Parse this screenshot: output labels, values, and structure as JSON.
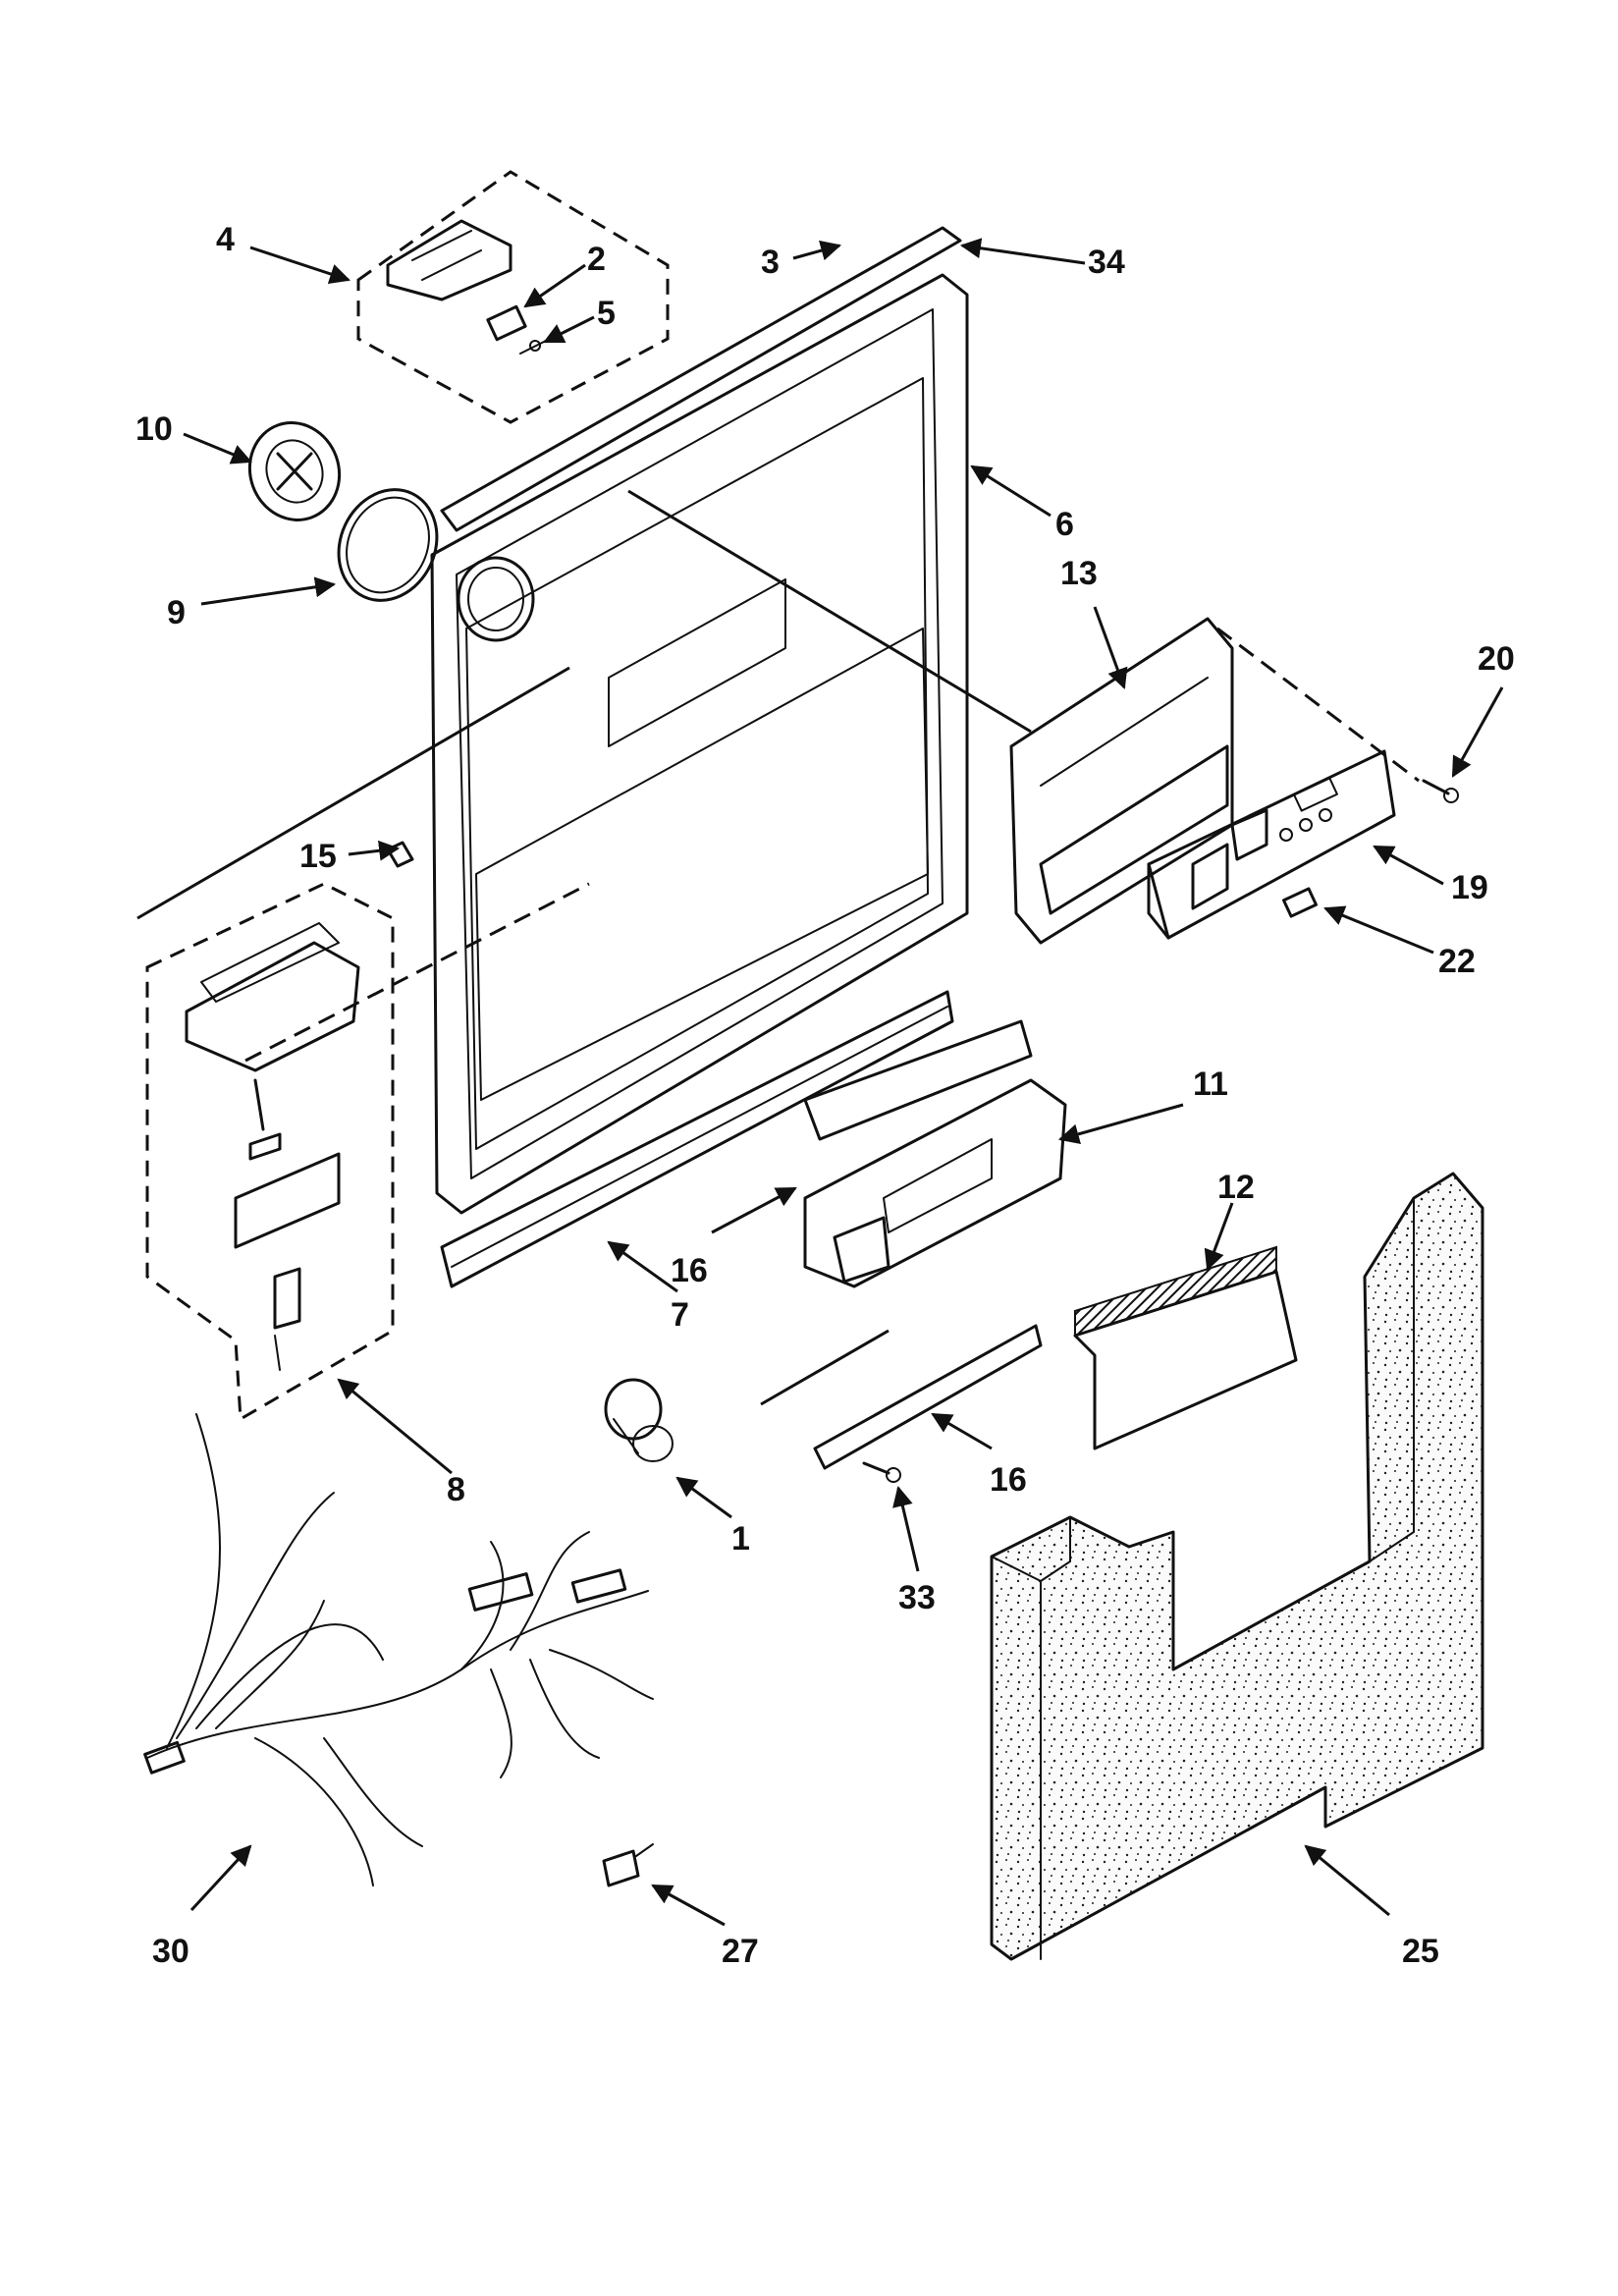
{
  "colors": {
    "ink": "#111111",
    "paper": "#ffffff",
    "insulation": "#f7f7f7"
  },
  "callouts": {
    "c1": "1",
    "c2": "2",
    "c3": "3",
    "c4": "4",
    "c5": "5",
    "c6": "6",
    "c7": "7",
    "c8": "8",
    "c9": "9",
    "c10": "10",
    "c11": "11",
    "c12": "12",
    "c13": "13",
    "c15": "15",
    "c16a": "16",
    "c16b": "16",
    "c19": "19",
    "c20": "20",
    "c22": "22",
    "c25": "25",
    "c27": "27",
    "c30": "30",
    "c33": "33",
    "c34": "34"
  }
}
